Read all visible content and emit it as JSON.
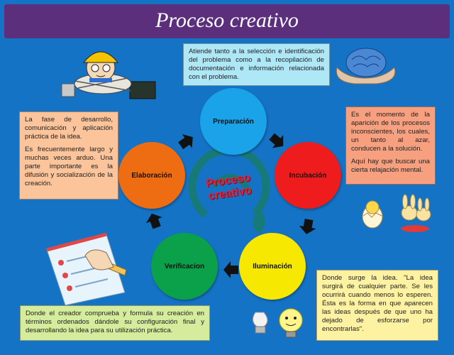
{
  "title": "Proceso creativo",
  "center_label": "Proceso creativo",
  "stages": {
    "preparacion": "Preparación",
    "incubacion": "Incubación",
    "iluminacion": "Iluminación",
    "verificacion": "Verificacion",
    "elaboracion": "Elaboración"
  },
  "descriptions": {
    "preparacion": [
      "Atiende tanto a la selección e identificación del problema como a la recopilación de documentación e información relacionada con el problema."
    ],
    "incubacion": [
      "Es el momento de la aparición de los procesos inconscientes, los cuales, un tanto al azar, conducen a la solución.",
      "Aquí hay que buscar una cierta relajación mental."
    ],
    "iluminacion": [
      "Donde surge la idea. \"La idea surgirá de cualquier parte. Se les ocurrirá cuando menos lo esperen. Ésta es la forma en que aparecen las ideas después de que uno ha dejado de esforzarse por encontrarlas\"."
    ],
    "verificacion": [
      "Donde el creador comprueba y formula su creación en términos ordenados dándole su configuración final y desarrollando la idea para su utilización práctica."
    ],
    "elaboracion": [
      "La fase de desarrollo, comunicación y aplicación práctica de la idea.",
      "Es frecuentemente largo y muchas veces arduo. Una parte importante es la difusión y socialización de la creación."
    ]
  },
  "colors": {
    "background": "#1573c6",
    "title_bar": "#5c2f7d",
    "preparacion": "#1aa3e8",
    "incubacion": "#ee1c1c",
    "iluminacion": "#f6e800",
    "verificacion": "#0aa14a",
    "elaboracion": "#ee6d12",
    "box_cyan": "#aee7f6",
    "box_salmon": "#f7a07f",
    "box_peach": "#fbc49a",
    "box_yellow": "#fdf2a2",
    "box_green": "#d4ec9c"
  },
  "icons": [
    "brain-icon",
    "engineer-cartoon-icon",
    "checklist-icon",
    "lightbulb-icon",
    "bunnies-icon",
    "center-logo-icon",
    "arrow-icon"
  ]
}
